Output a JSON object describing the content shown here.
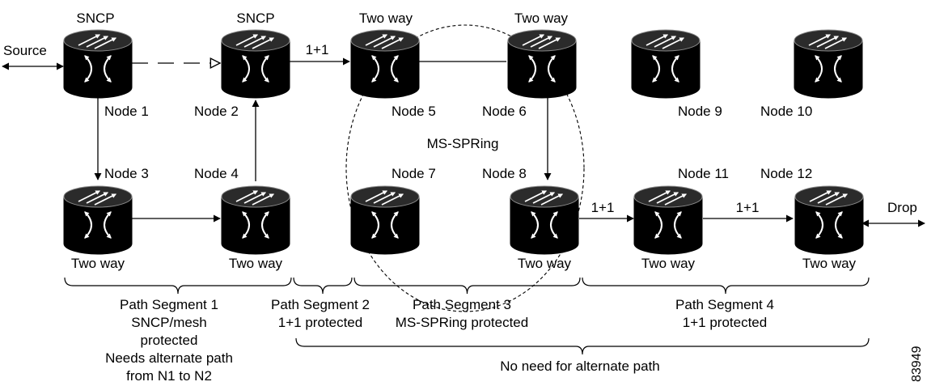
{
  "diagram": {
    "labels": {
      "source": "Source",
      "drop": "Drop",
      "ms_spring": "MS-SPRing",
      "figure_id": "83949"
    },
    "nodes": [
      {
        "id": "n1",
        "name": "Node 1",
        "role": "SNCP"
      },
      {
        "id": "n2",
        "name": "Node 2",
        "role": "SNCP"
      },
      {
        "id": "n3",
        "name": "Node 3",
        "role": "Two way"
      },
      {
        "id": "n4",
        "name": "Node 4",
        "role": "Two way"
      },
      {
        "id": "n5",
        "name": "Node 5",
        "role": "Two way"
      },
      {
        "id": "n6",
        "name": "Node 6",
        "role": "Two way"
      },
      {
        "id": "n7",
        "name": "Node 7",
        "role": ""
      },
      {
        "id": "n8",
        "name": "Node 8",
        "role": "Two way"
      },
      {
        "id": "n9",
        "name": "Node 9",
        "role": ""
      },
      {
        "id": "n10",
        "name": "Node 10",
        "role": ""
      },
      {
        "id": "n11",
        "name": "Node 11",
        "role": "Two way"
      },
      {
        "id": "n12",
        "name": "Node 12",
        "role": "Two way"
      }
    ],
    "link_labels": {
      "n2_n5": "1+1",
      "n8_n11": "1+1",
      "n11_n12": "1+1"
    },
    "segments": [
      {
        "name": "Path Segment 1",
        "lines": [
          "SNCP/mesh",
          "protected",
          "Needs alternate path",
          "from N1 to N2"
        ]
      },
      {
        "name": "Path Segment 2",
        "lines": [
          "1+1 protected"
        ]
      },
      {
        "name": "Path Segment 3",
        "lines": [
          "MS-SPRing protected"
        ]
      },
      {
        "name": "Path Segment 4",
        "lines": [
          "1+1 protected"
        ]
      }
    ],
    "bottom_note": "No need for alternate path"
  }
}
